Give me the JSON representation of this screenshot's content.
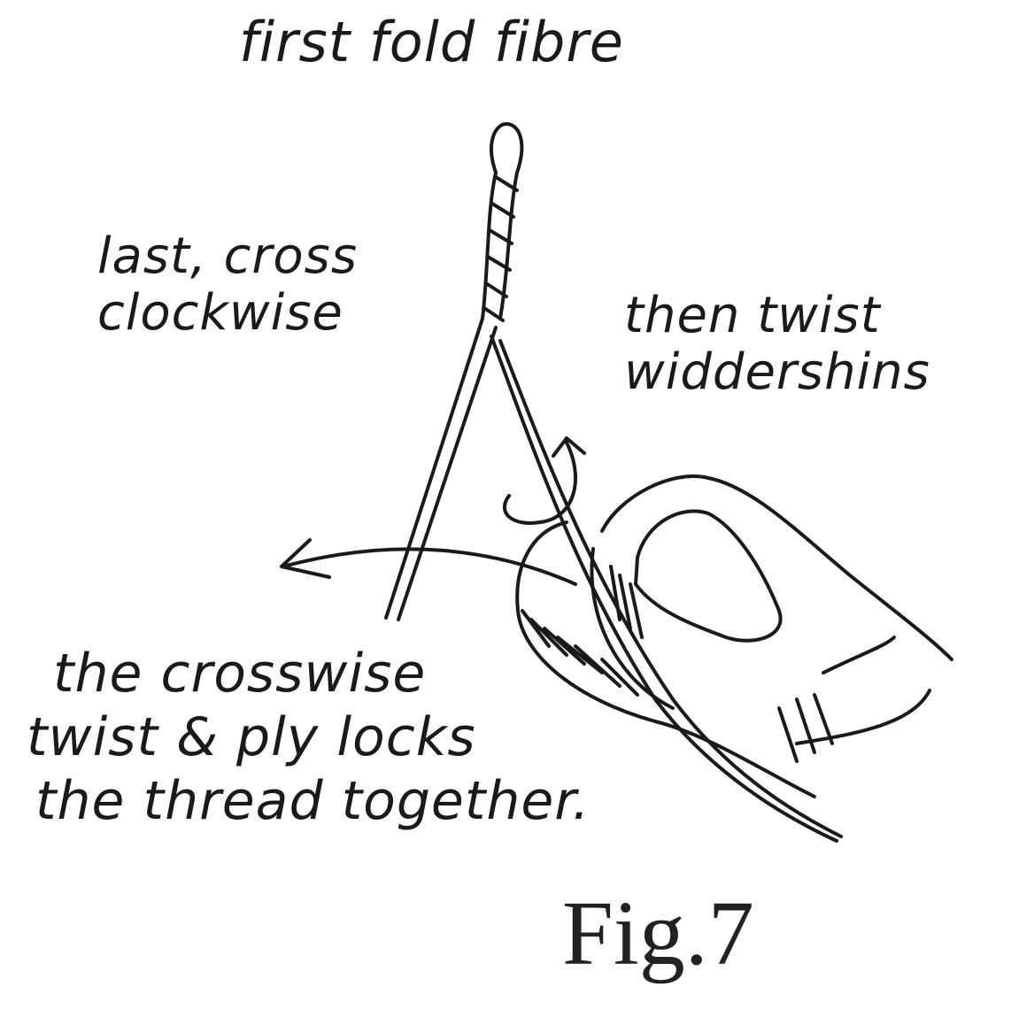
{
  "title": "first fold fibre",
  "labels": {
    "left": [
      "last, cross",
      "clockwise"
    ],
    "right": [
      "then twist",
      "widdershins"
    ],
    "bottom": [
      "the crosswise",
      "twist & ply locks",
      "the thread together."
    ]
  },
  "figure_label": "Fig.7",
  "colors": {
    "ink": "#1a1a1a",
    "background": "#ffffff"
  }
}
